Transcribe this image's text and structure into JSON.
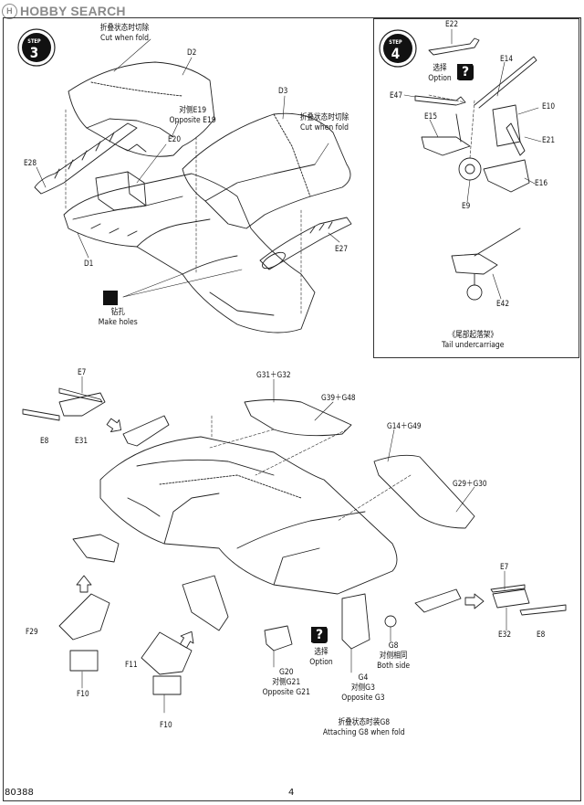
{
  "watermark": {
    "logo": "H",
    "text": "HOBBY SEARCH"
  },
  "step3": {
    "step_word": "STEP",
    "number": "3"
  },
  "step4": {
    "step_word": "STEP",
    "number": "4"
  },
  "step3_labels": {
    "fold_cn_top": "折叠状态时切除",
    "fold_en_top": "Cut when fold",
    "d2": "D2",
    "d3": "D3",
    "opp_e19_cn": "对侧E19",
    "opp_e19_en": "Opposite E19",
    "e20": "E20",
    "e28": "E28",
    "d1": "D1",
    "e27": "E27",
    "fold_cn_right": "折叠状态时切除",
    "fold_en_right": "Cut when fold",
    "holes_cn": "钻孔",
    "holes_en": "Make holes"
  },
  "step4_labels": {
    "e22": "E22",
    "option_cn": "选择",
    "option_en": "Option",
    "e14": "E14",
    "e47": "E47",
    "e15": "E15",
    "e10": "E10",
    "e21": "E21",
    "e16": "E16",
    "e9": "E9",
    "e42": "E42",
    "tail_cn": "《尾部起落架》",
    "tail_en": "Tail undercarriage"
  },
  "lower_labels": {
    "e7_left": "E7",
    "e8_left": "E8",
    "e31": "E31",
    "g31g32": "G31＋G32",
    "g39g48": "G39＋G48",
    "g14g49": "G14＋G49",
    "g29g30": "G29＋G30",
    "e7_right": "E7",
    "e32": "E32",
    "e8_right": "E8",
    "f29": "F29",
    "f10_left": "F10",
    "f11": "F11",
    "f10_mid": "F10",
    "g20": "G20",
    "opp_g21_cn": "对侧G21",
    "opp_g21_en": "Opposite G21",
    "option_cn": "选择",
    "option_en": "Option",
    "g4": "G4",
    "opp_g3_cn": "对侧G3",
    "opp_g3_en": "Opposite G3",
    "g8": "G8",
    "both_cn": "对侧相同",
    "both_en": "Both side",
    "attach_cn": "折叠状态时装G8",
    "attach_en": "Attaching G8 when fold"
  },
  "footer": {
    "code": "80388",
    "page": "4"
  }
}
